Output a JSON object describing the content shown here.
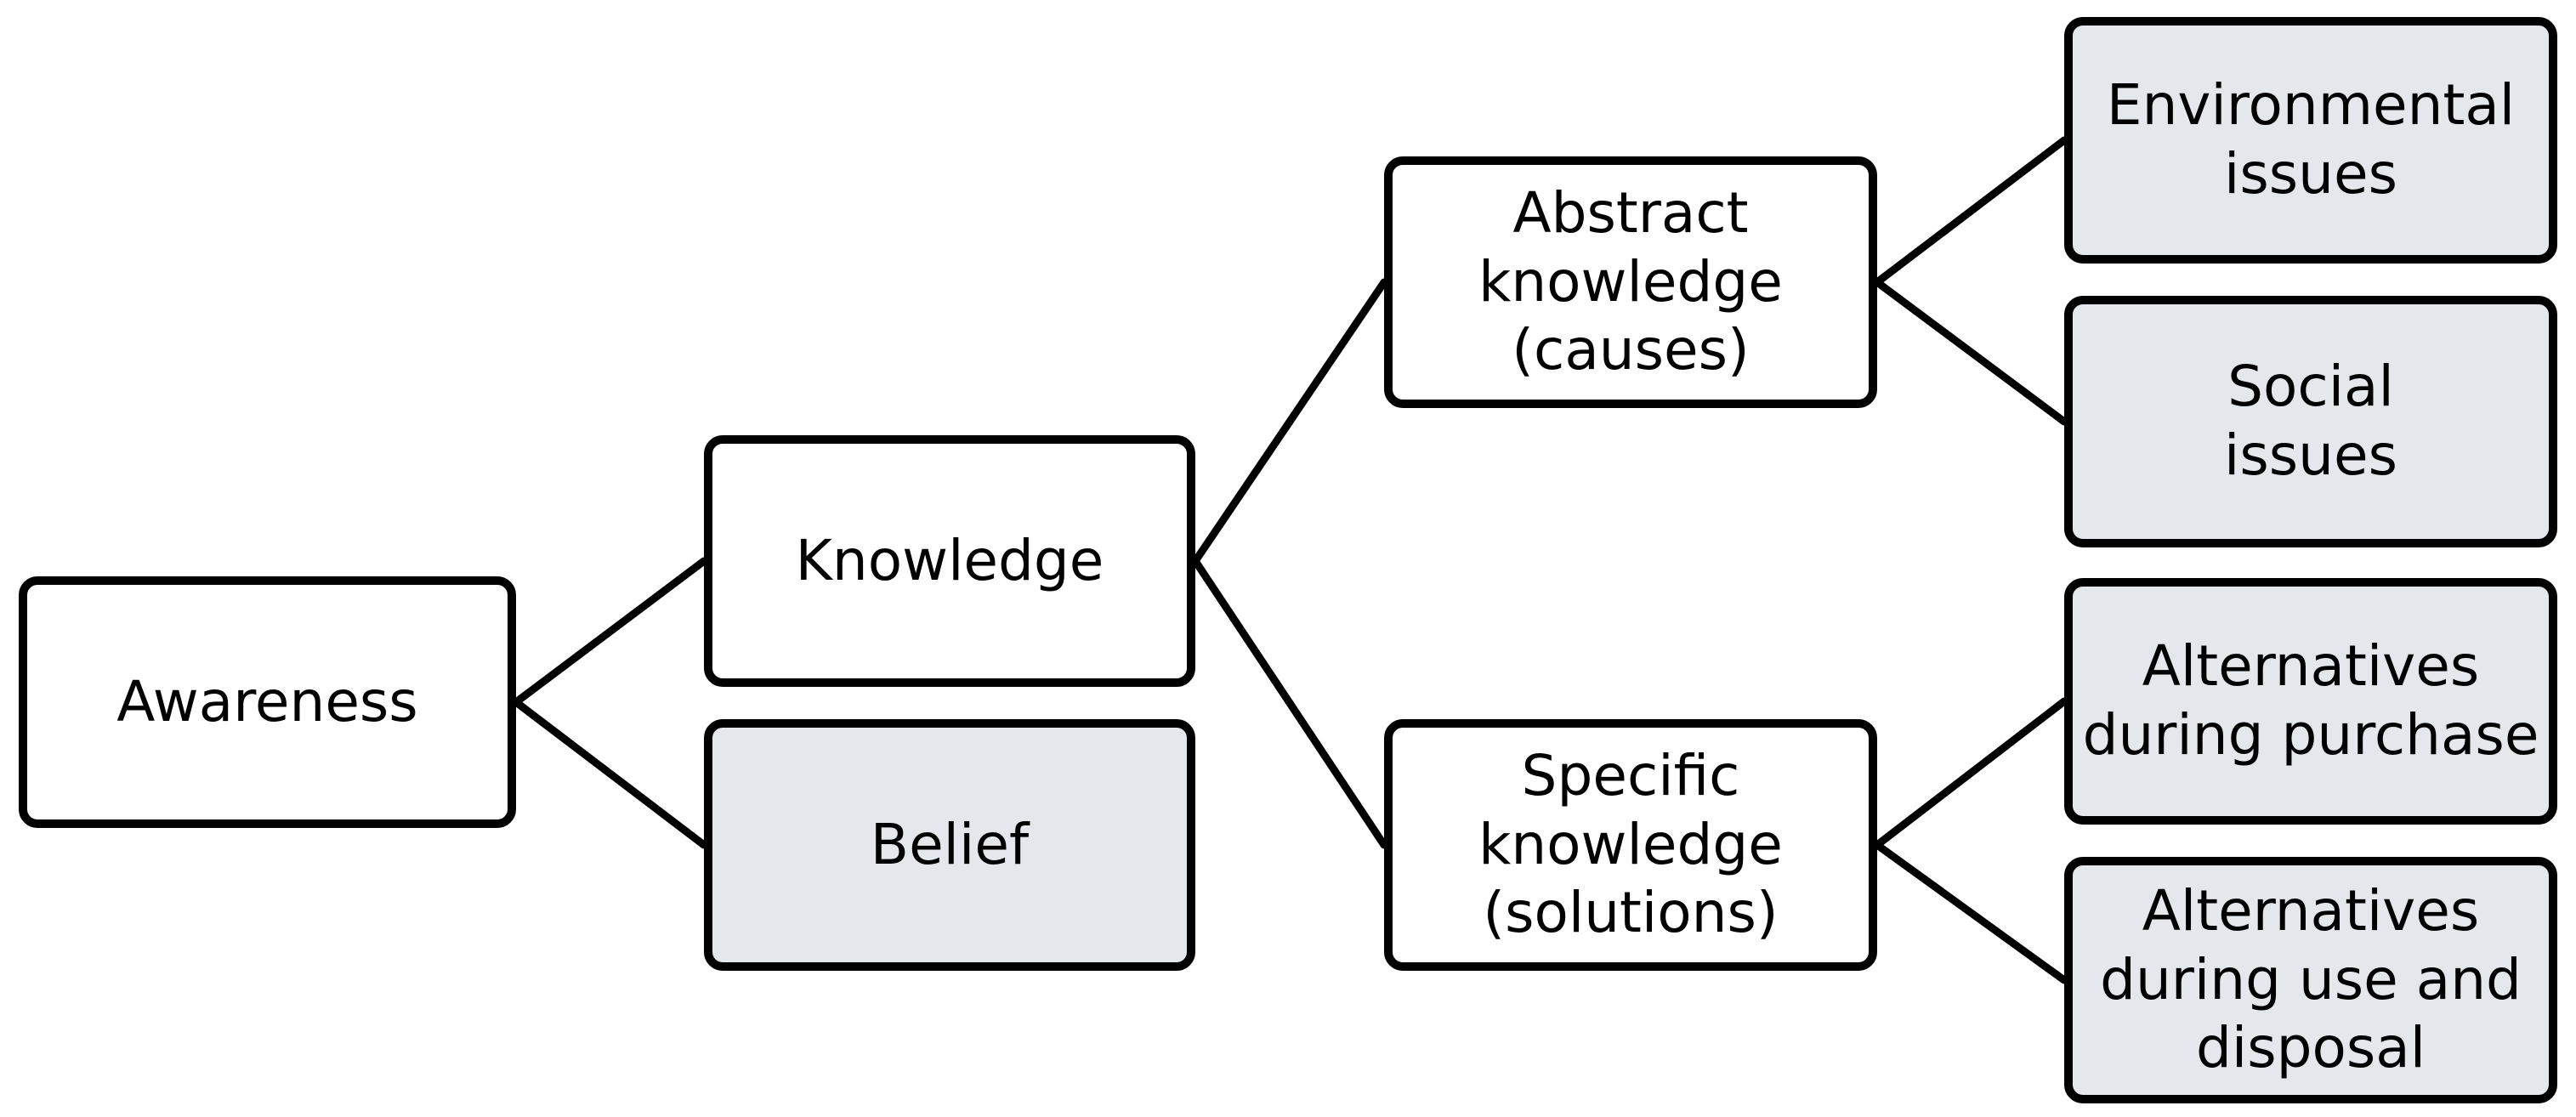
{
  "colors": {
    "stroke": "#000000",
    "text": "#000000",
    "fill_primary": "#ffffff",
    "fill_leaf": "#e4e7ec"
  },
  "nodes": {
    "awareness": "Awareness",
    "knowledge": "Knowledge",
    "belief": "Belief",
    "abstract_knowledge": "Abstract\nknowledge\n(causes)",
    "specific_knowledge": "Specific\nknowledge\n(solutions)",
    "environmental_issues": "Environmental\nissues",
    "social_issues": "Social\nissues",
    "alternatives_purchase": "Alternatives\nduring purchase",
    "alternatives_use_disposal": "Alternatives\nduring use and\ndisposal"
  },
  "edges": [
    [
      "awareness",
      "knowledge"
    ],
    [
      "awareness",
      "belief"
    ],
    [
      "knowledge",
      "abstract_knowledge"
    ],
    [
      "knowledge",
      "specific_knowledge"
    ],
    [
      "abstract_knowledge",
      "environmental_issues"
    ],
    [
      "abstract_knowledge",
      "social_issues"
    ],
    [
      "specific_knowledge",
      "alternatives_purchase"
    ],
    [
      "specific_knowledge",
      "alternatives_use_disposal"
    ]
  ]
}
